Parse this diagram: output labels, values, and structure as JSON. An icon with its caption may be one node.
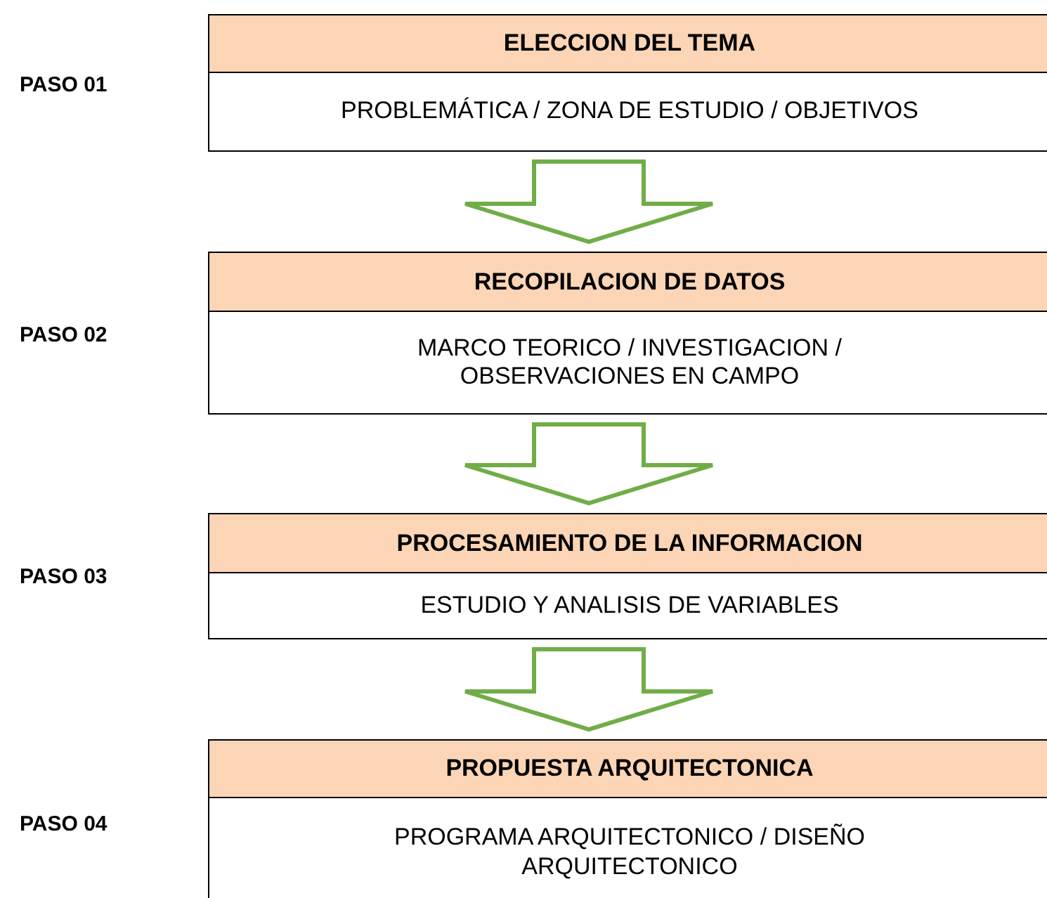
{
  "diagram": {
    "nodes": [
      {
        "text": [
          "ELECCION DEL TEMA",
          "PROBLEMÁTICA / ZONA DE ESTUDIO / OBJETIVOS"
        ]
      },
      {
        "text": [
          "RECOPILACION DE DATOS",
          "MARCO TEORICO / INVESTIGACION / OBSERVACIONES EN CAMPO"
        ]
      },
      {
        "text": [
          "PROCESAMIENTO DE LA INFORMACION",
          "ESTUDIO Y ANALISIS DE VARIABLES"
        ]
      },
      {
        "text": [
          "PROPUESTA ARQUITECTONICA",
          "PROGRAMA ARQUITECTONICO / DISEÑO ARQUITECTONICO"
        ]
      }
    ],
    "edges": [
      {
        "from": 0,
        "to": 1,
        "arrow": "to"
      },
      {
        "from": 1,
        "to": 2,
        "arrow": "to"
      },
      {
        "from": 2,
        "to": 3,
        "arrow": "to"
      }
    ],
    "labels": [
      "PASO 01",
      "PASO 02",
      "PASO 03",
      "PASO 04"
    ]
  }
}
